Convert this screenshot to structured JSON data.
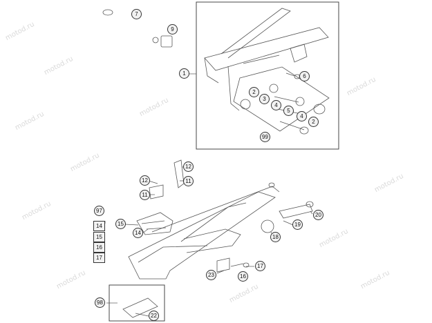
{
  "watermark": {
    "text": "motod.ru"
  },
  "callouts": {
    "c7": "7",
    "c9": "9",
    "c1": "1",
    "c6": "6",
    "c2a": "2",
    "c3": "3",
    "c4a": "4",
    "c5": "5",
    "c4b": "4",
    "c2b": "2",
    "c99": "99",
    "c12a": "12",
    "c12b": "12",
    "c11a": "11",
    "c11b": "11",
    "c97": "97",
    "c14box": "14",
    "c15box": "15",
    "c16box": "16",
    "c17box": "17",
    "c15": "15",
    "c14": "14",
    "c20": "20",
    "c19": "19",
    "c18": "18",
    "c17": "17",
    "c16": "16",
    "c23": "23",
    "c98": "98",
    "c22": "22"
  }
}
